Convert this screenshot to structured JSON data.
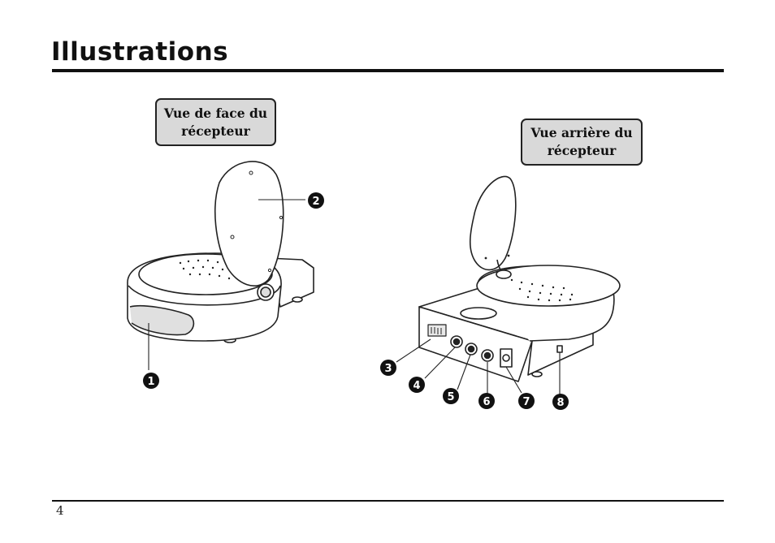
{
  "page": {
    "title": "Illustrations",
    "number": "4"
  },
  "labels": {
    "front": {
      "line1": "Vue de face du",
      "line2": "récepteur"
    },
    "back": {
      "line1": "Vue arrière du",
      "line2": "récepteur"
    }
  },
  "callouts": [
    "1",
    "2",
    "3",
    "4",
    "5",
    "6",
    "7",
    "8"
  ]
}
